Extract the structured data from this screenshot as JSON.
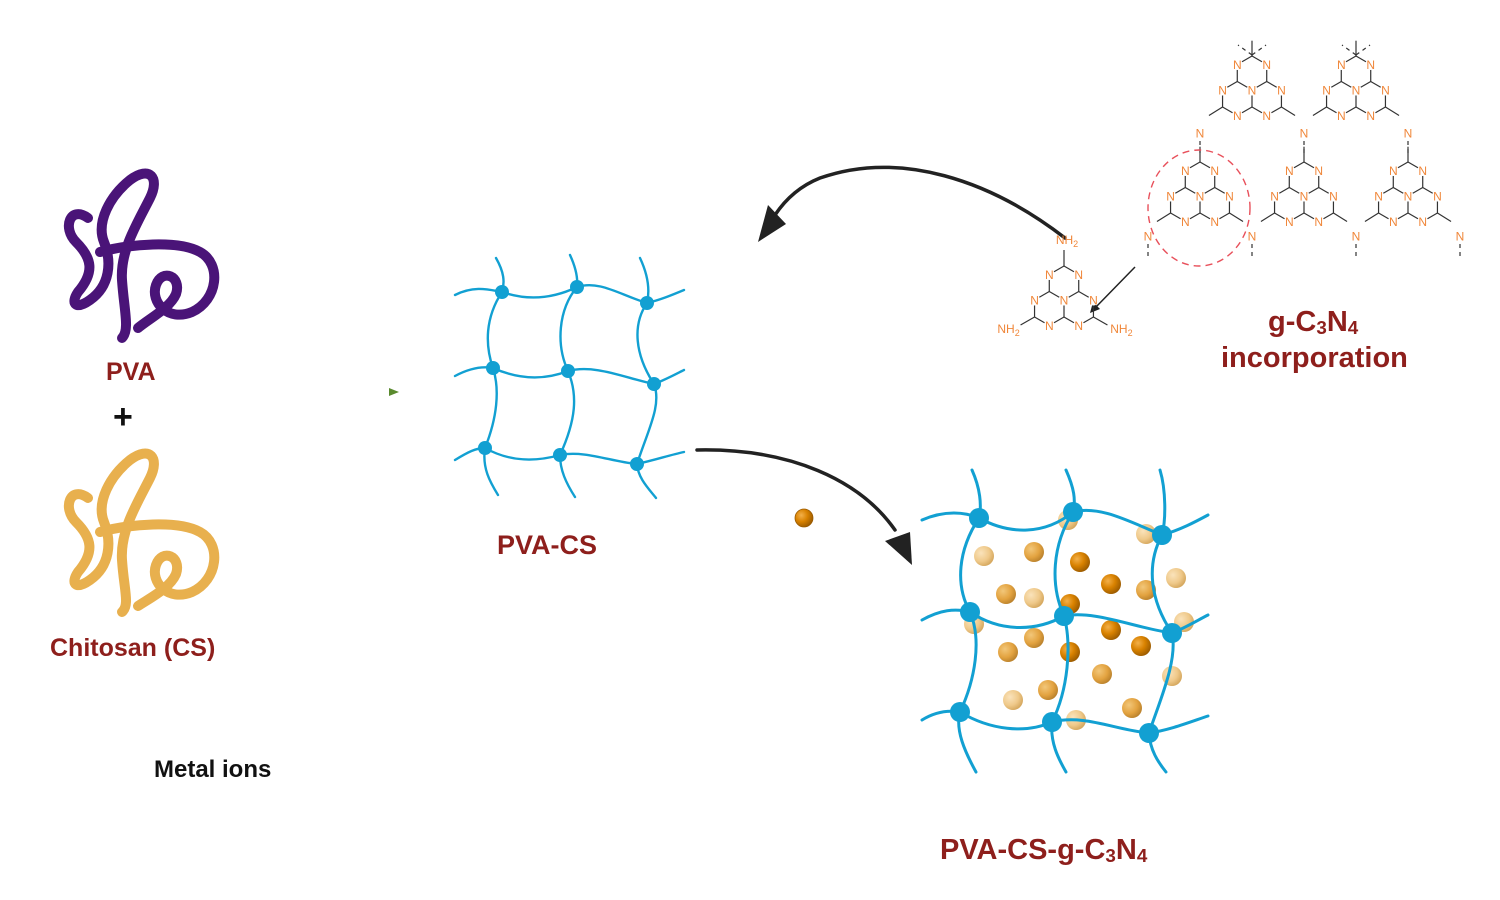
{
  "diagram": {
    "title": "Synthesis scheme of PVA-CS-g-C3N4 composite",
    "colors": {
      "label": "#8e1f1c",
      "pva_coil": "#4a1478",
      "chitosan_coil": "#e8b04e",
      "network": "#12a0d2",
      "nitrogen_atom": "#f0873a",
      "bond": "#333333",
      "metal_ion_dark": "#d98200",
      "metal_ion_mid": "#e3a340",
      "metal_ion_light": "#efc98a",
      "dashed_circle": "#e8505b",
      "arrow_green": "#5a8a2e",
      "arrow_black": "#222222"
    },
    "components": {
      "pva": {
        "label": "PVA",
        "icon": "polymer-coil-icon"
      },
      "plus": "+",
      "chitosan": {
        "label": "Chitosan (CS)",
        "icon": "polymer-coil-icon"
      },
      "metal_ions": {
        "label": "Metal ions",
        "icon": "metal-ion-sphere-icon"
      },
      "pva_cs": {
        "label": "PVA-CS",
        "icon": "crosslinked-network-icon"
      },
      "g_c3n4": {
        "label_prefix": "g-C",
        "sub1": "3",
        "mid": "N",
        "sub2": "4",
        "label_line2": "incorporation",
        "structure": "heptazine-network",
        "atom_symbol": "N",
        "monomer_groups": [
          "NH",
          "2"
        ]
      },
      "product": {
        "label_prefix": "PVA-CS-g-C",
        "sub1": "3",
        "mid": "N",
        "sub2": "4"
      }
    },
    "arrows": [
      {
        "from": "PVA + Chitosan",
        "to": "PVA-CS",
        "style": "green-straight"
      },
      {
        "from": "g-C3N4",
        "to": "PVA-CS",
        "style": "black-curved"
      },
      {
        "from": "g-C3N4 network",
        "to": "heptazine unit",
        "style": "black-thin"
      },
      {
        "from": "PVA-CS",
        "to": "PVA-CS-g-C3N4",
        "style": "black-curved"
      }
    ]
  }
}
